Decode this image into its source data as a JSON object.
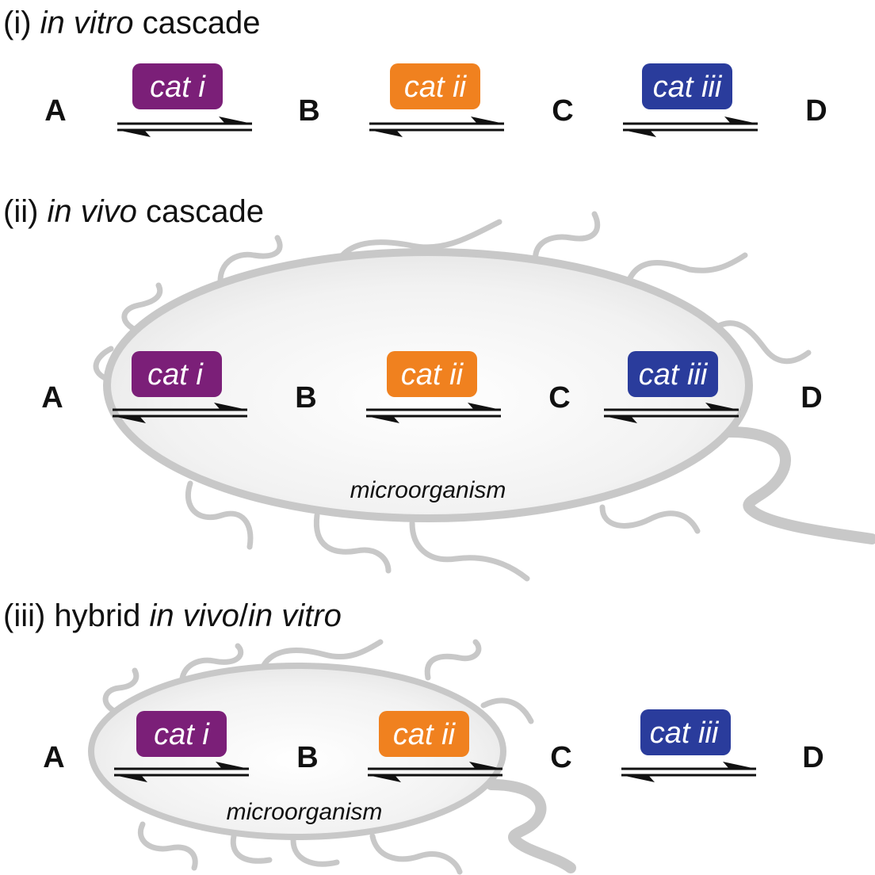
{
  "sections": [
    {
      "id": "in-vitro",
      "title_prefix": "(i) ",
      "title_italic": "in vitro",
      "title_suffix": " cascade",
      "species": [
        "A",
        "B",
        "C",
        "D"
      ],
      "catalysts": [
        {
          "label": "cat i",
          "color": "#7b1f78"
        },
        {
          "label": "cat ii",
          "color": "#f0811f"
        },
        {
          "label": "cat iii",
          "color": "#2a3c9c"
        }
      ]
    },
    {
      "id": "in-vivo",
      "title_prefix": "(ii) ",
      "title_italic": "in vivo",
      "title_suffix": " cascade",
      "species": [
        "A",
        "B",
        "C",
        "D"
      ],
      "catalysts": [
        {
          "label": "cat i",
          "color": "#7b1f78"
        },
        {
          "label": "cat ii",
          "color": "#f0811f"
        },
        {
          "label": "cat iii",
          "color": "#2a3c9c"
        }
      ],
      "cell_label": "microorganism"
    },
    {
      "id": "hybrid",
      "title_prefix": "(iii) hybrid ",
      "title_italic": "in vivo",
      "title_sep": "/",
      "title_italic2": "in vitro",
      "species": [
        "A",
        "B",
        "C",
        "D"
      ],
      "catalysts": [
        {
          "label": "cat i",
          "color": "#7b1f78"
        },
        {
          "label": "cat ii",
          "color": "#f0811f"
        },
        {
          "label": "cat iii",
          "color": "#2a3c9c"
        }
      ],
      "cell_label": "microorganism"
    }
  ],
  "colors": {
    "cell_fill": "#efefef",
    "cell_stroke": "#c8c8c8",
    "flagella": "#c8c8c8"
  }
}
